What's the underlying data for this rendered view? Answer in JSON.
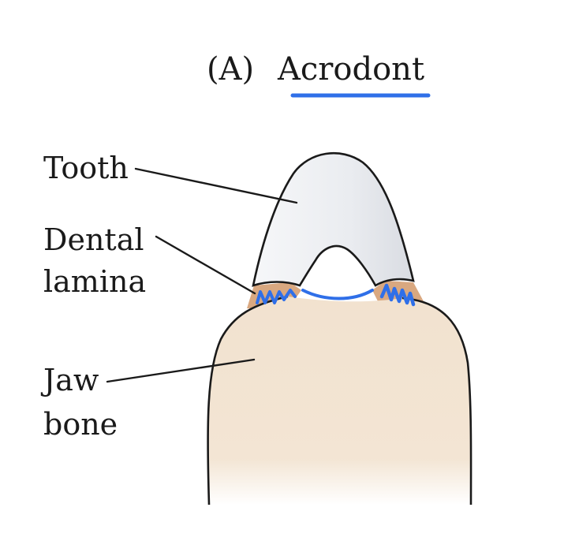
{
  "title": {
    "letter": "(A)",
    "term": "Acrodont"
  },
  "labels": {
    "tooth": "Tooth",
    "dental_lamina_line1": "Dental",
    "dental_lamina_line2": "lamina",
    "jaw_bone_line1": "Jaw",
    "jaw_bone_line2": "bone"
  },
  "colors": {
    "accent_blue": "#2f6fe8",
    "tooth_fill": "#eceef2",
    "bone_fill": "#f2e2cf",
    "lamina_fill": "#d9a880",
    "outline": "#1a1a1a"
  }
}
